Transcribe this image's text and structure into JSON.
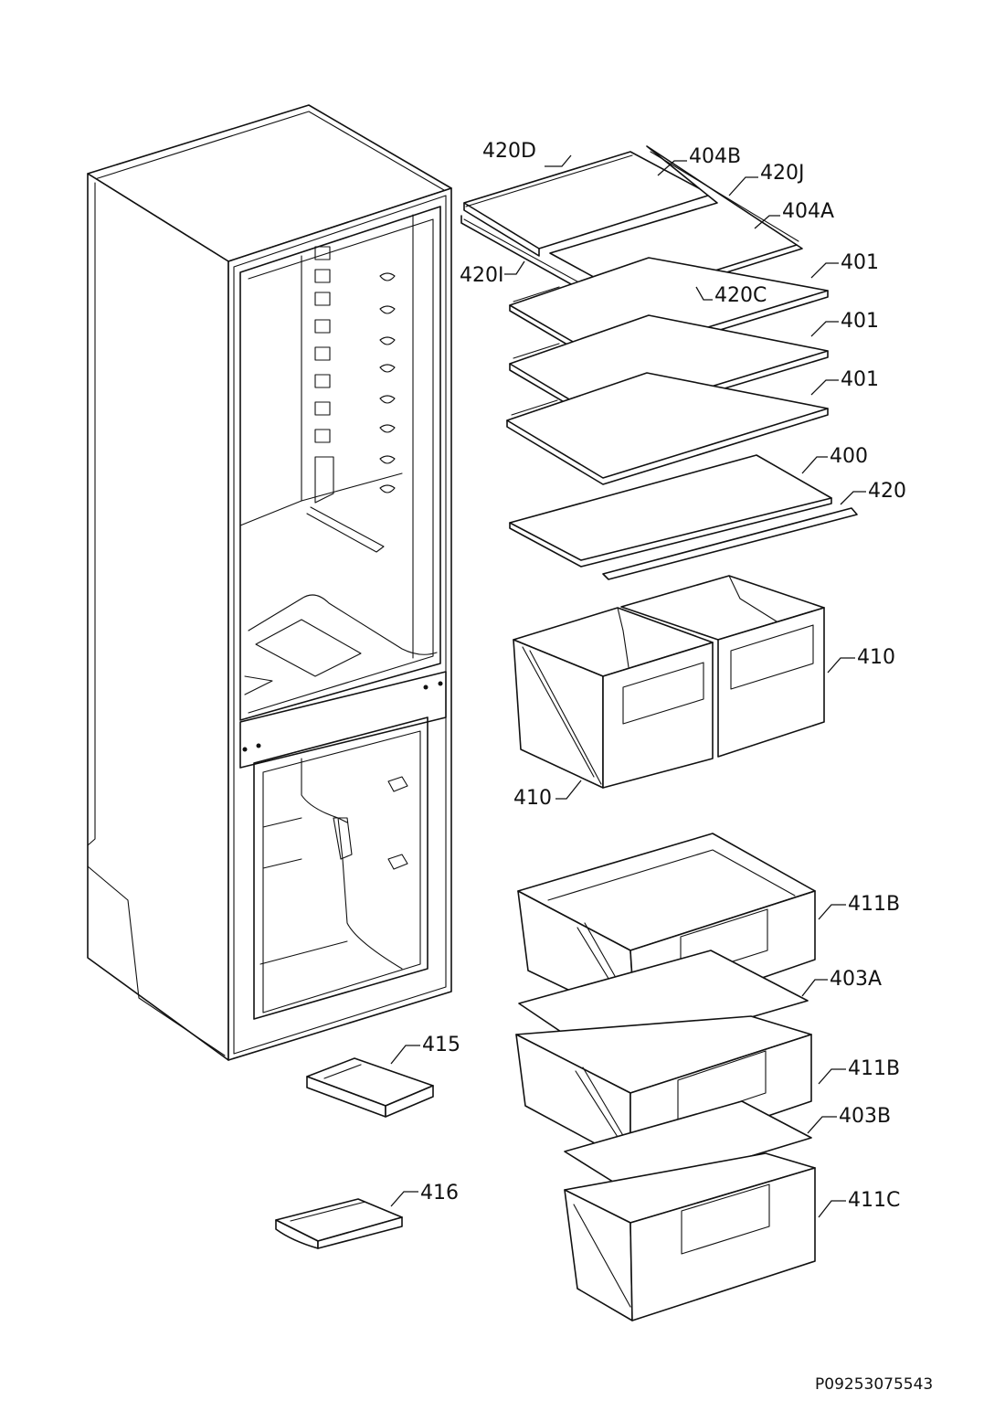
{
  "diagram_code": "P09253075543",
  "labels": {
    "420D": "420D",
    "404B": "404B",
    "420J": "420J",
    "404A": "404A",
    "420I": "420I",
    "420C": "420C",
    "401a": "401",
    "401b": "401",
    "401c": "401",
    "400": "400",
    "420": "420",
    "410a": "410",
    "410b": "410",
    "411Ba": "411B",
    "403A": "403A",
    "411Bb": "411B",
    "403B": "403B",
    "411C": "411C",
    "415": "415",
    "416": "416"
  }
}
